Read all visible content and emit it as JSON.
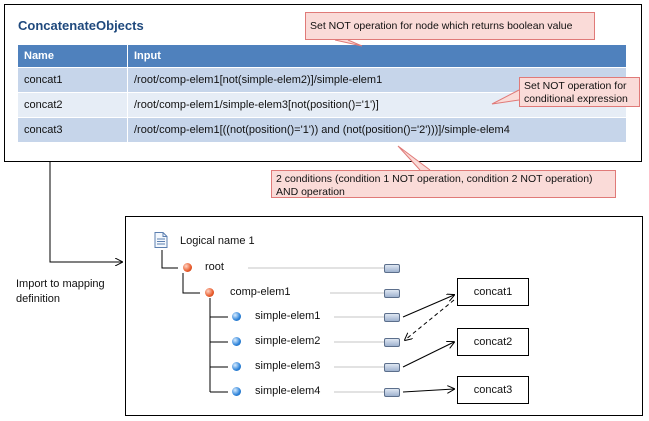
{
  "objects_panel": {
    "title": "ConcatenateObjects",
    "columns": [
      "Name",
      "Input"
    ],
    "rows": [
      {
        "name": "concat1",
        "input": "/root/comp-elem1[not(simple-elem2)]/simple-elem1"
      },
      {
        "name": "concat2",
        "input": "/root/comp-elem1/simple-elem3[not(position()='1')]"
      },
      {
        "name": "concat3",
        "input": "/root/comp-elem1[((not(position()='1')) and (not(position()='2')))]/simple-elem4"
      }
    ]
  },
  "callouts": {
    "c1": "Set NOT operation for node which returns boolean value",
    "c2": "Set NOT operation for conditional expression",
    "c3": "2 conditions (condition 1 NOT operation, condition 2 NOT operation) AND operation"
  },
  "import_label": "Import to mapping definition",
  "mapping": {
    "logical_name": "Logical name 1",
    "nodes": {
      "root": "root",
      "comp": "comp-elem1",
      "s1": "simple-elem1",
      "s2": "simple-elem2",
      "s3": "simple-elem3",
      "s4": "simple-elem4"
    },
    "targets": {
      "t1": "concat1",
      "t2": "concat2",
      "t3": "concat3"
    }
  }
}
